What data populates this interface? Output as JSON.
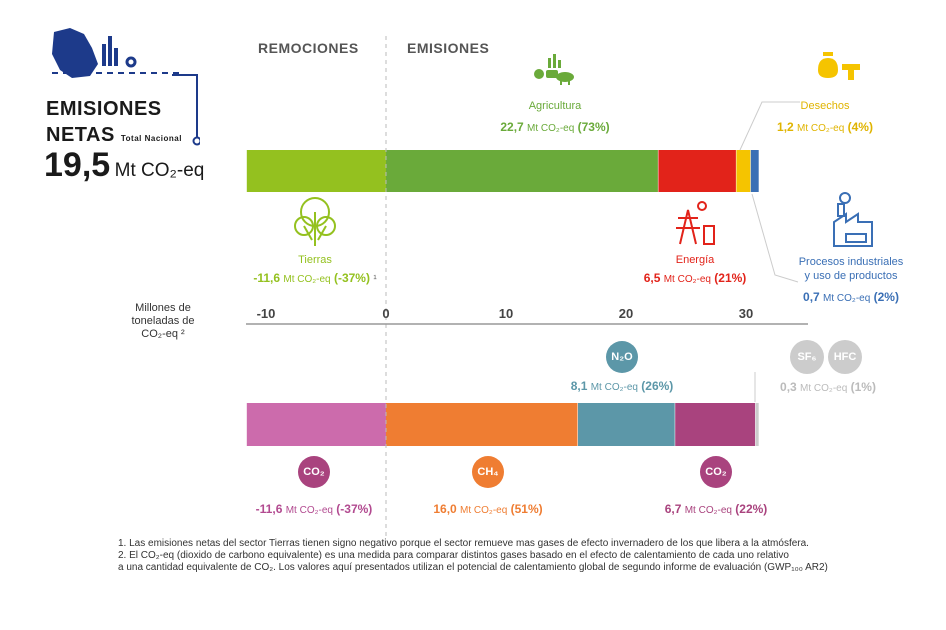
{
  "summary": {
    "line1": "EMISIONES",
    "line2": "NETAS",
    "subtitle": "Total Nacional",
    "value": "19,5",
    "unit": "Mt CO₂-eq"
  },
  "headers": {
    "left": "REMOCIONES",
    "right": "EMISIONES"
  },
  "axis": {
    "label_lines": [
      "Millones de",
      "toneladas de",
      "CO₂-eq ²"
    ],
    "ticks": [
      "-10",
      "0",
      "10",
      "20",
      "30"
    ]
  },
  "categories": {
    "agricultura": {
      "name": "Agricultura",
      "value": "22,7",
      "pct": "(73%)"
    },
    "desechos": {
      "name": "Desechos",
      "value": "1,2",
      "pct": "(4%)"
    },
    "tierras": {
      "name": "Tierras",
      "value": "-11,6",
      "pct": "(-37%)",
      "note": "¹"
    },
    "energia": {
      "name": "Energía",
      "value": "6,5",
      "pct": "(21%)"
    },
    "procesos": {
      "name_line1": "Procesos industriales",
      "name_line2": "y uso de productos",
      "value": "0,7",
      "pct": "(2%)"
    }
  },
  "gases": {
    "n2o": {
      "badge": "N₂O",
      "value": "8,1",
      "pct": "(26%)"
    },
    "sf6": {
      "badge": "SF₆"
    },
    "hfc": {
      "badge": "HFC",
      "value": "0,3",
      "pct": "(1%)"
    },
    "co2_rem": {
      "badge": "CO₂",
      "value": "-11,6",
      "pct": "(-37%)"
    },
    "ch4": {
      "badge": "CH₄",
      "value": "16,0",
      "pct": "(51%)"
    },
    "co2_em": {
      "badge": "CO₂",
      "value": "6,7",
      "pct": "(22%)"
    }
  },
  "unit_text": "Mt CO₂-eq",
  "footnotes": {
    "n1": "1. Las emisiones netas del sector Tierras tienen signo negativo porque el sector remueve mas gases de efecto invernadero de los que libera a la atmósfera.",
    "n2a": "2. El CO₂-eq (dioxido de carbono equivalente) es una medida para comparar distintos gases basado en el efecto de calentamiento de cada uno relativo",
    "n2b": "a una cantidad equivalente de CO₂. Los valores aquí presentados utilizan el potencial de calentamiento global de segundo informe de evaluación (GWP₁₀₀ AR2)"
  },
  "colors": {
    "tierras": "#94c11f",
    "agricultura": "#6aaa3a",
    "energia": "#e2231a",
    "desechos": "#f5c400",
    "procesos": "#3a6fb5",
    "co2_rem": "#cc6bac",
    "ch4": "#ef7d32",
    "n2o": "#5c97a8",
    "co2_em": "#a9437e",
    "fgas": "#cccccc",
    "navy": "#1d3a8a"
  },
  "chart_data": [
    {
      "type": "bar",
      "title": "Emisiones netas por sector",
      "orientation": "horizontal-stacked",
      "xlabel": "Millones de toneladas de CO₂-eq",
      "xlim": [
        -12.3,
        35
      ],
      "series": [
        {
          "name": "Tierras",
          "values": [
            -11.6
          ]
        },
        {
          "name": "Agricultura",
          "values": [
            22.7
          ]
        },
        {
          "name": "Energía",
          "values": [
            6.5
          ]
        },
        {
          "name": "Desechos",
          "values": [
            1.2
          ]
        },
        {
          "name": "Procesos industriales y uso de productos",
          "values": [
            0.7
          ]
        }
      ]
    },
    {
      "type": "bar",
      "title": "Emisiones netas por gas",
      "orientation": "horizontal-stacked",
      "xlim": [
        -12.3,
        35
      ],
      "series": [
        {
          "name": "CO₂ (remociones)",
          "values": [
            -11.6
          ]
        },
        {
          "name": "CH₄",
          "values": [
            16.0
          ]
        },
        {
          "name": "N₂O",
          "values": [
            8.1
          ]
        },
        {
          "name": "CO₂ (emisiones)",
          "values": [
            6.7
          ]
        },
        {
          "name": "SF₆ + HFC",
          "values": [
            0.3
          ]
        }
      ]
    }
  ]
}
